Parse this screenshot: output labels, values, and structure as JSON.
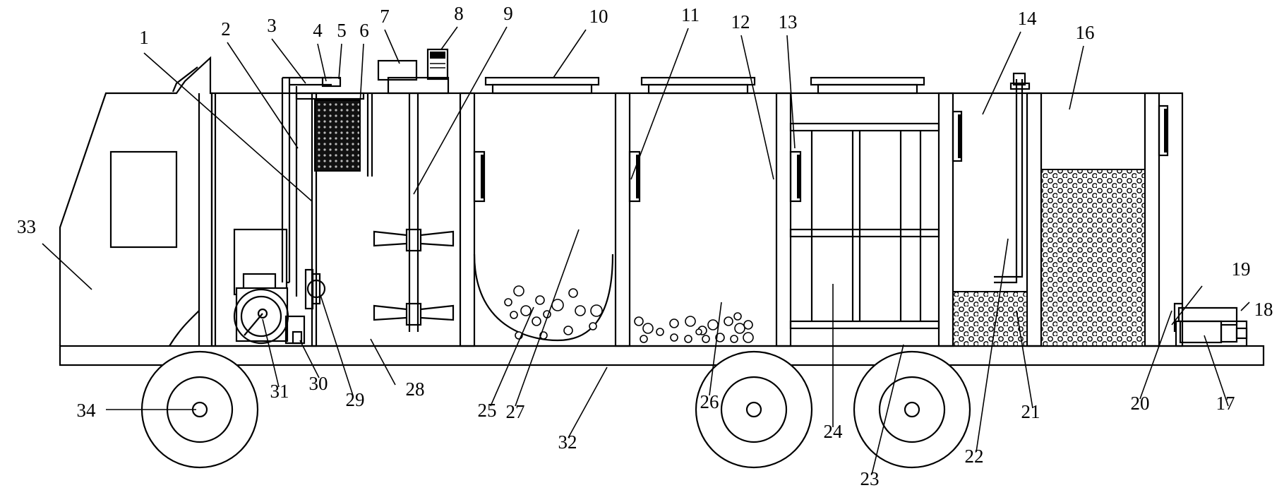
{
  "figure": {
    "callouts": [
      {
        "id": "1",
        "text": "1"
      },
      {
        "id": "2",
        "text": "2"
      },
      {
        "id": "3",
        "text": "3"
      },
      {
        "id": "4",
        "text": "4"
      },
      {
        "id": "5",
        "text": "5"
      },
      {
        "id": "6",
        "text": "6"
      },
      {
        "id": "7",
        "text": "7"
      },
      {
        "id": "8",
        "text": "8"
      },
      {
        "id": "9",
        "text": "9"
      },
      {
        "id": "10",
        "text": "10"
      },
      {
        "id": "11",
        "text": "11"
      },
      {
        "id": "12",
        "text": "12"
      },
      {
        "id": "13",
        "text": "13"
      },
      {
        "id": "14",
        "text": "14"
      },
      {
        "id": "16",
        "text": "16"
      },
      {
        "id": "17",
        "text": "17"
      },
      {
        "id": "18",
        "text": "18"
      },
      {
        "id": "19",
        "text": "19"
      },
      {
        "id": "20",
        "text": "20"
      },
      {
        "id": "21",
        "text": "21"
      },
      {
        "id": "22",
        "text": "22"
      },
      {
        "id": "23",
        "text": "23"
      },
      {
        "id": "24",
        "text": "24"
      },
      {
        "id": "25",
        "text": "25"
      },
      {
        "id": "26",
        "text": "26"
      },
      {
        "id": "27",
        "text": "27"
      },
      {
        "id": "28",
        "text": "28"
      },
      {
        "id": "29",
        "text": "29"
      },
      {
        "id": "30",
        "text": "30"
      },
      {
        "id": "31",
        "text": "31"
      },
      {
        "id": "32",
        "text": "32"
      },
      {
        "id": "33",
        "text": "33"
      },
      {
        "id": "34",
        "text": "34"
      }
    ],
    "colors": {
      "line": "#000000",
      "background": "#ffffff"
    }
  }
}
